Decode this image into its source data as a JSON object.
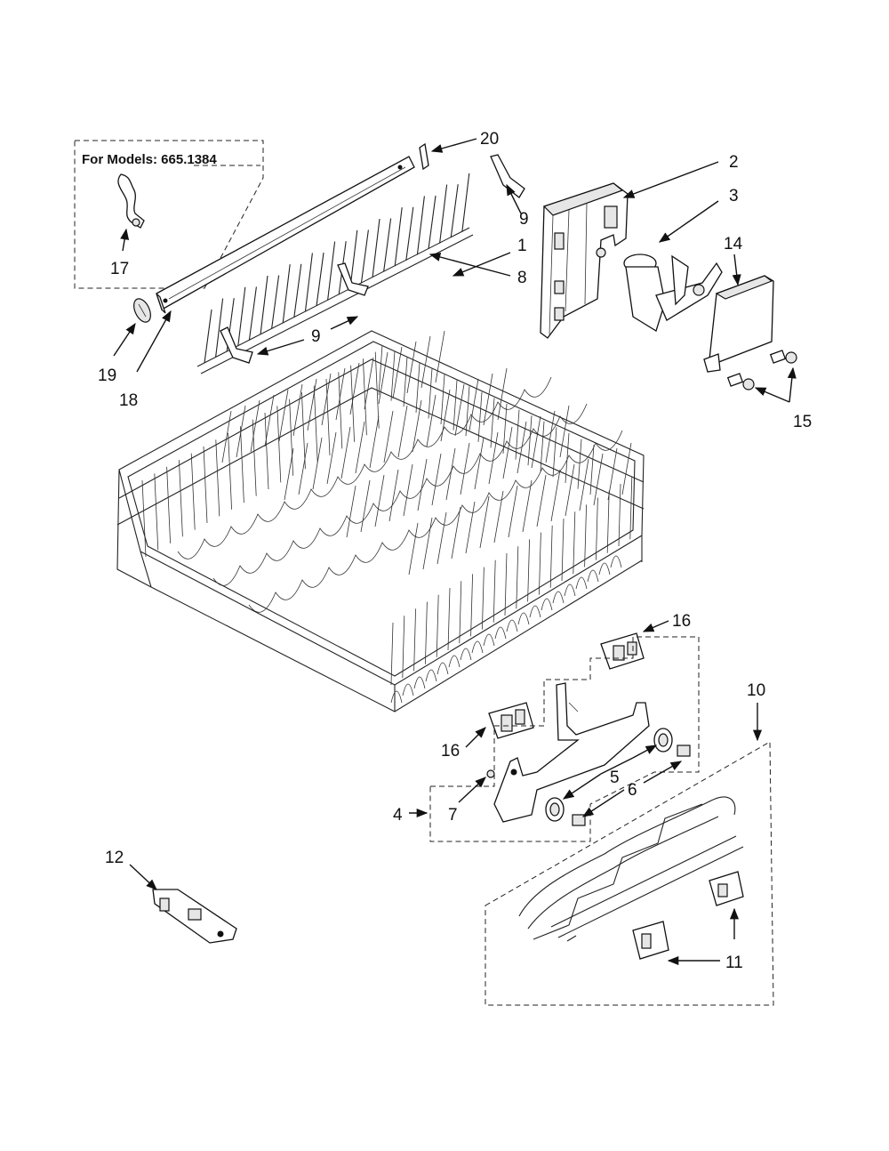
{
  "model_note": "For Models: 665.1384",
  "callouts": [
    {
      "id": "c20",
      "text": "20"
    },
    {
      "id": "c2",
      "text": "2"
    },
    {
      "id": "c3",
      "text": "3"
    },
    {
      "id": "c14",
      "text": "14"
    },
    {
      "id": "c9a",
      "text": "9"
    },
    {
      "id": "c8",
      "text": "8"
    },
    {
      "id": "c17",
      "text": "17"
    },
    {
      "id": "c9b",
      "text": "9"
    },
    {
      "id": "c1",
      "text": "1"
    },
    {
      "id": "c19",
      "text": "19"
    },
    {
      "id": "c18",
      "text": "18"
    },
    {
      "id": "c15",
      "text": "15"
    },
    {
      "id": "c16a",
      "text": "16"
    },
    {
      "id": "c10",
      "text": "10"
    },
    {
      "id": "c16b",
      "text": "16"
    },
    {
      "id": "c5",
      "text": "5"
    },
    {
      "id": "c6",
      "text": "6"
    },
    {
      "id": "c4",
      "text": "4"
    },
    {
      "id": "c7",
      "text": "7"
    },
    {
      "id": "c12",
      "text": "12"
    },
    {
      "id": "c11",
      "text": "11"
    }
  ]
}
